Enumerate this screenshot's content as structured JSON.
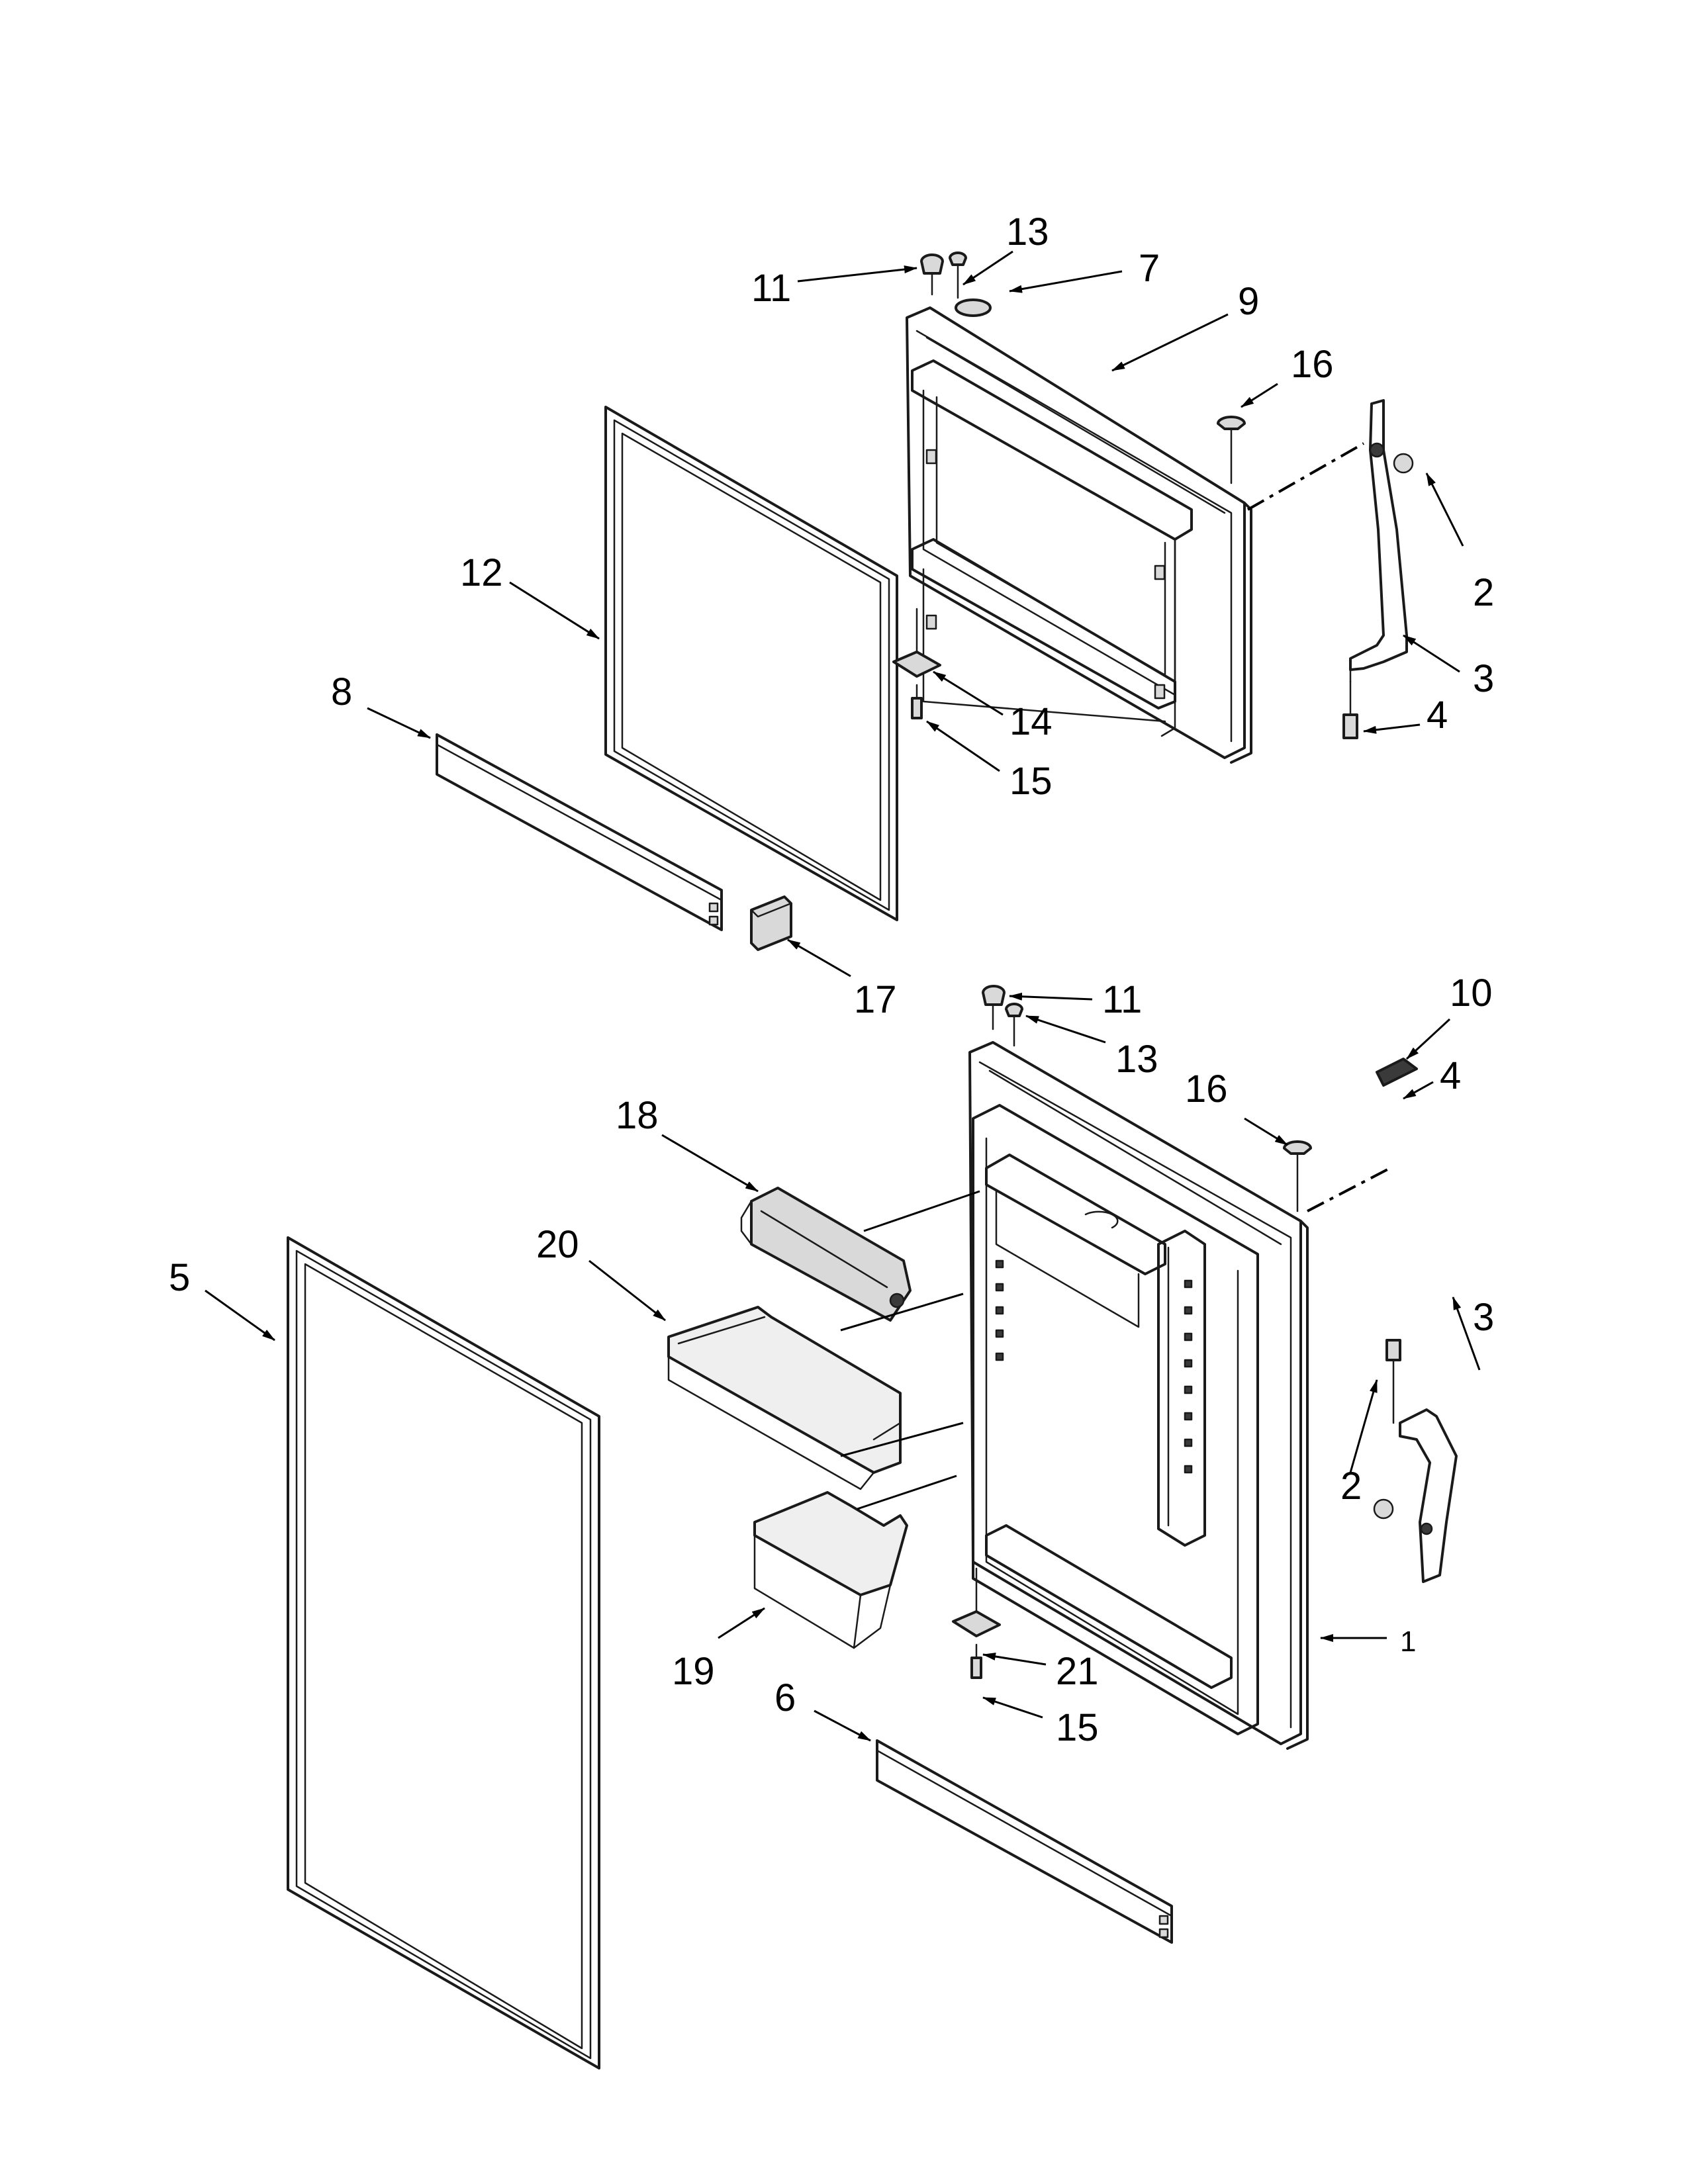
{
  "callouts": [
    {
      "id": "c11a",
      "text": "11"
    },
    {
      "id": "c13a",
      "text": "13"
    },
    {
      "id": "c7",
      "text": "7"
    },
    {
      "id": "c9",
      "text": "9"
    },
    {
      "id": "c16a",
      "text": "16"
    },
    {
      "id": "c2a",
      "text": "2"
    },
    {
      "id": "c3a",
      "text": "3"
    },
    {
      "id": "c4a",
      "text": "4"
    },
    {
      "id": "c12",
      "text": "12"
    },
    {
      "id": "c8",
      "text": "8"
    },
    {
      "id": "c14",
      "text": "14"
    },
    {
      "id": "c15a",
      "text": "15"
    },
    {
      "id": "c17",
      "text": "17"
    },
    {
      "id": "c11b",
      "text": "11"
    },
    {
      "id": "c13b",
      "text": "13"
    },
    {
      "id": "c10",
      "text": "10"
    },
    {
      "id": "c4b",
      "text": "4"
    },
    {
      "id": "c16b",
      "text": "16"
    },
    {
      "id": "c18",
      "text": "18"
    },
    {
      "id": "c20",
      "text": "20"
    },
    {
      "id": "c5",
      "text": "5"
    },
    {
      "id": "c3b",
      "text": "3"
    },
    {
      "id": "c2b",
      "text": "2"
    },
    {
      "id": "c1",
      "text": "1"
    },
    {
      "id": "c19",
      "text": "19"
    },
    {
      "id": "c21",
      "text": "21"
    },
    {
      "id": "c6",
      "text": "6"
    },
    {
      "id": "c15b",
      "text": "15"
    }
  ]
}
